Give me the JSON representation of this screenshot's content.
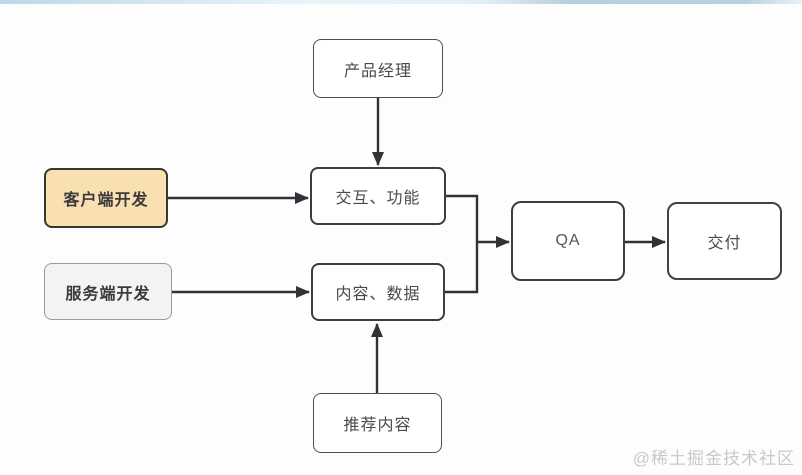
{
  "page": {
    "watermark": "@稀土掘金技术社区"
  },
  "colors": {
    "background": "#fdfdfd",
    "line": "#2f3338",
    "client_box_fill": "#f8e0b2",
    "client_box_border": "#39362e",
    "server_box_fill": "#f3f3f3",
    "server_box_border": "#9b9b9b",
    "node_border_dark": "#3a3d42",
    "node_fill": "#ffffff",
    "watermark_text": "#c9c9c9",
    "top_strip_blue": "#bcd8e8"
  },
  "diagram": {
    "type": "flowchart",
    "nodes": {
      "product_manager": {
        "label": "产品经理"
      },
      "client_dev": {
        "label": "客户端开发"
      },
      "server_dev": {
        "label": "服务端开发"
      },
      "interaction": {
        "label": "交互、功能"
      },
      "content_data": {
        "label": "内容、数据"
      },
      "recommend": {
        "label": "推荐内容"
      },
      "qa": {
        "label": "QA"
      },
      "delivery": {
        "label": "交付"
      }
    },
    "edges": [
      {
        "from": "产品经理",
        "to": "交互、功能",
        "direction": "down"
      },
      {
        "from": "客户端开发",
        "to": "交互、功能",
        "direction": "right"
      },
      {
        "from": "服务端开发",
        "to": "内容、数据",
        "direction": "right"
      },
      {
        "from": "推荐内容",
        "to": "内容、数据",
        "direction": "up"
      },
      {
        "from": "交互、功能",
        "to": "QA",
        "direction": "merge-right"
      },
      {
        "from": "内容、数据",
        "to": "QA",
        "direction": "merge-right"
      },
      {
        "from": "QA",
        "to": "交付",
        "direction": "right"
      }
    ]
  }
}
